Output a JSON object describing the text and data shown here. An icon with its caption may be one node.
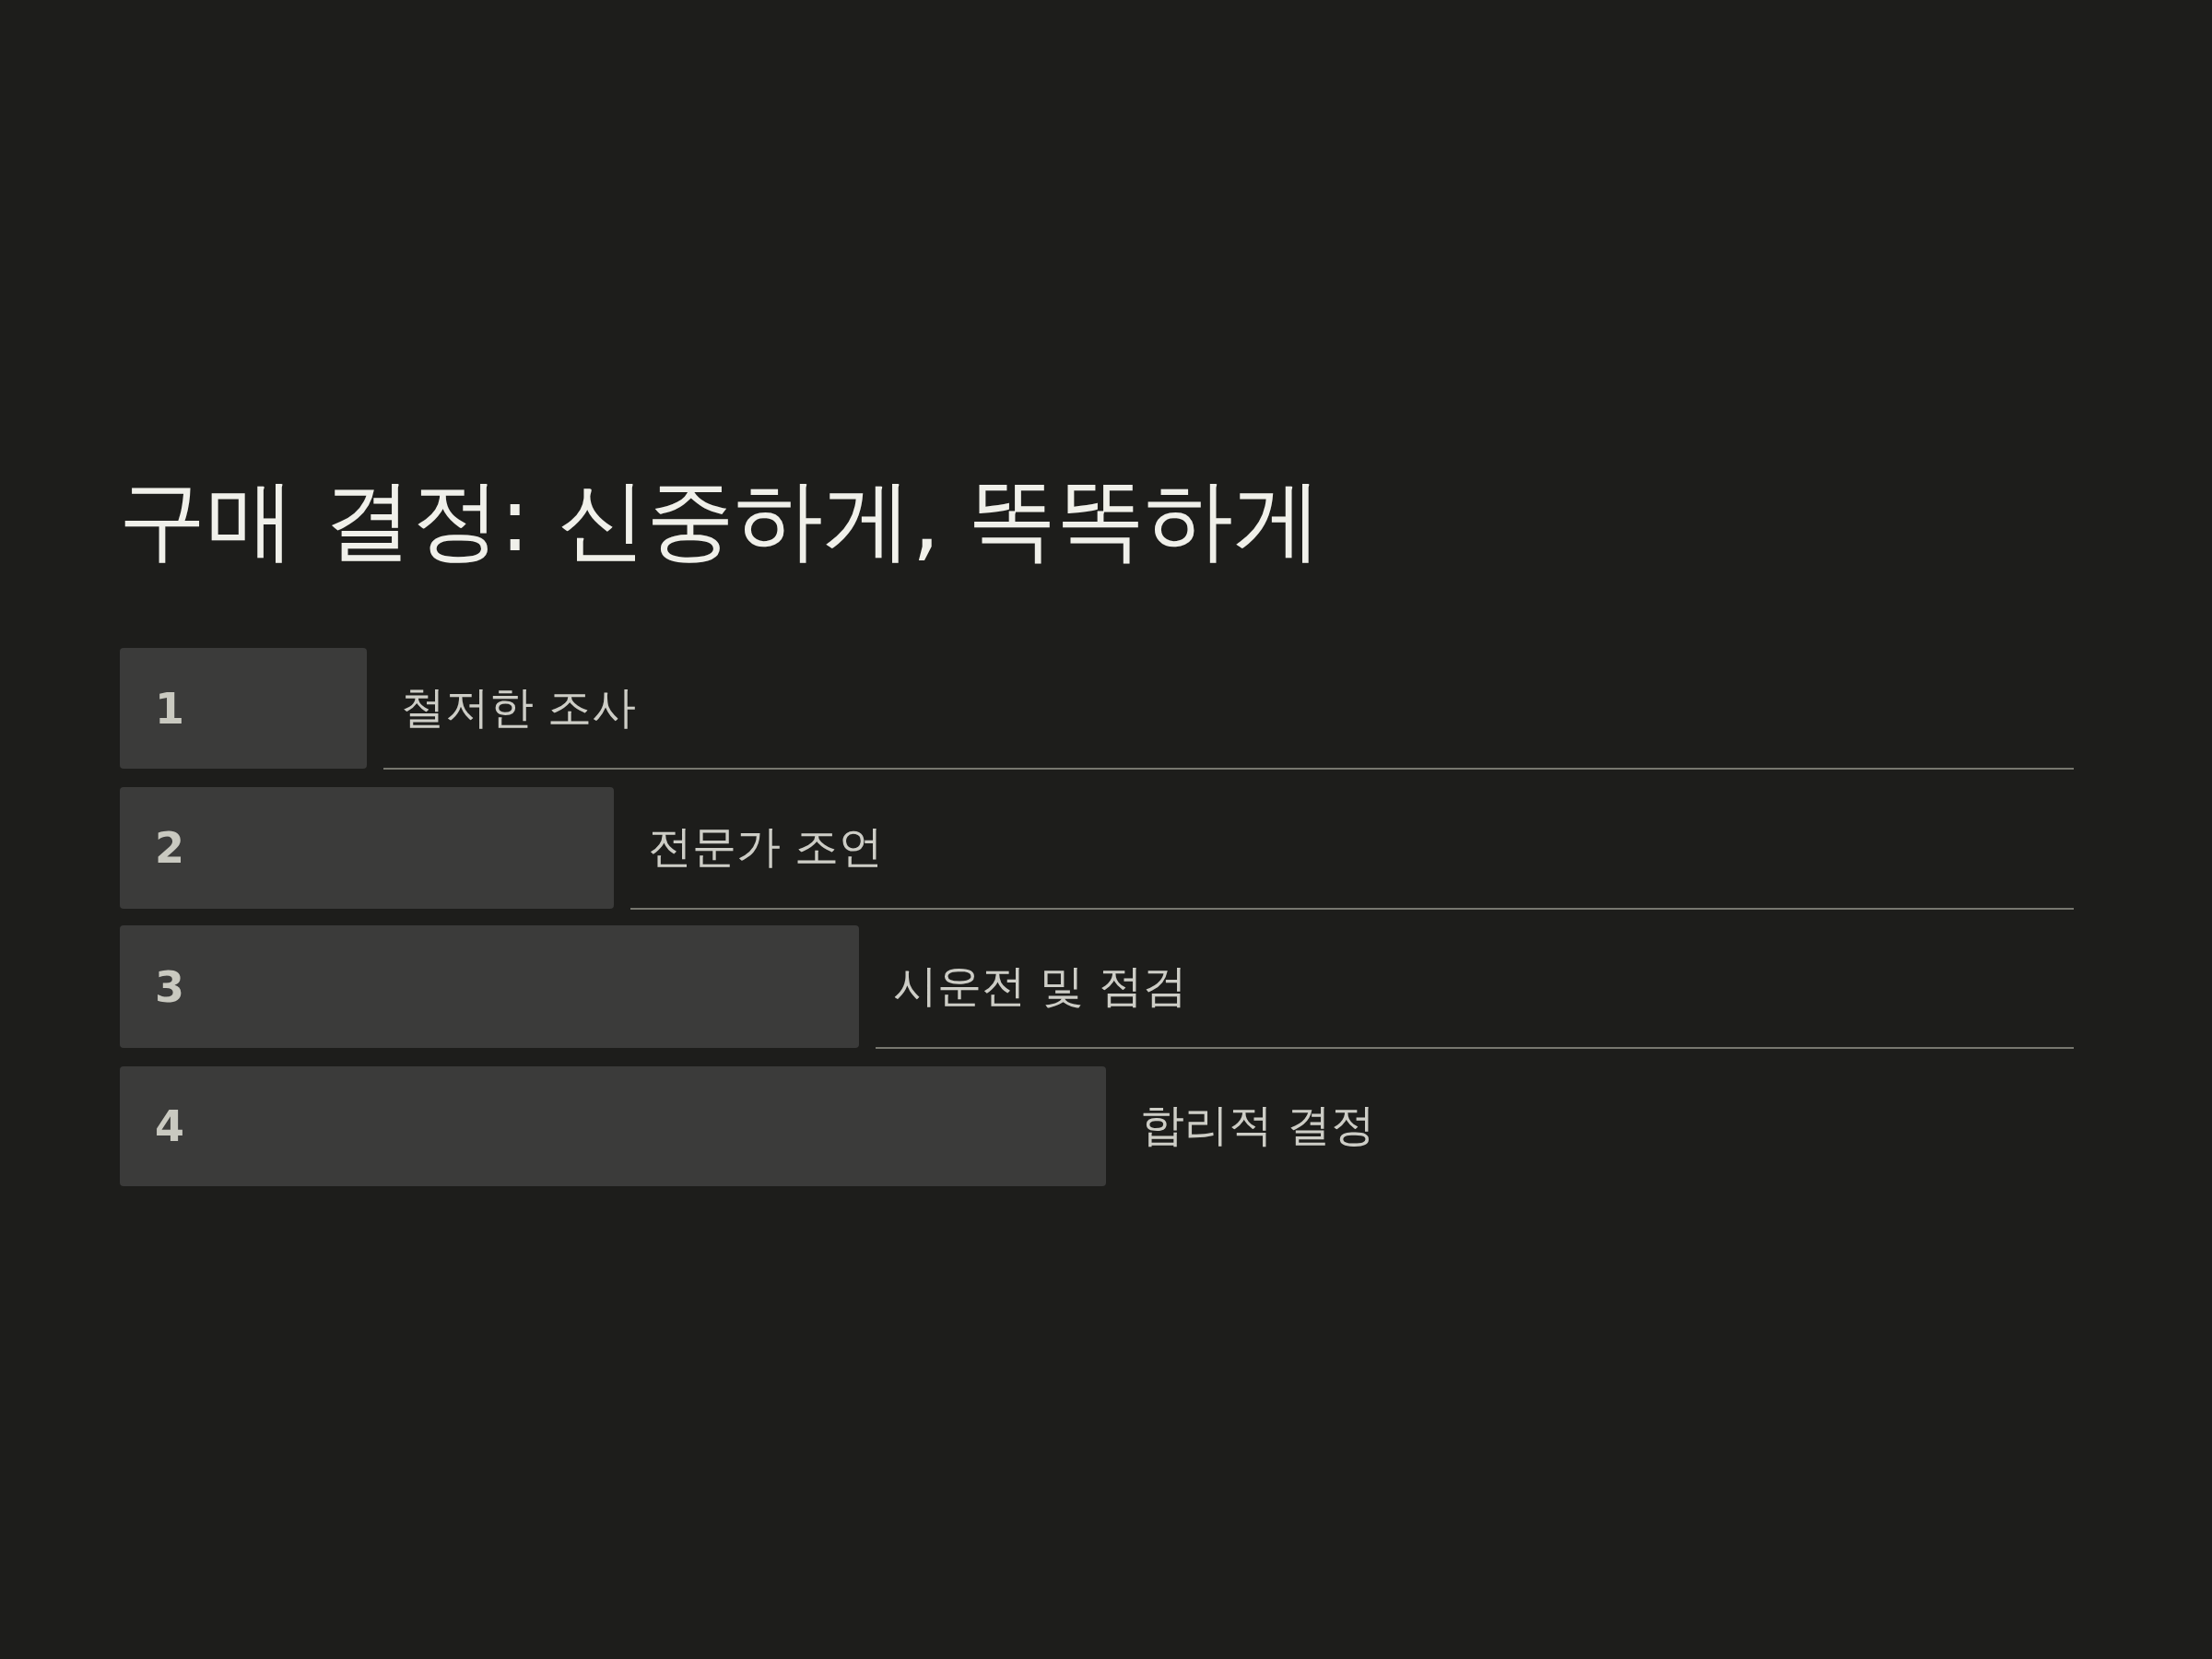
{
  "diagram": {
    "title": "구매 결정: 신중하게, 똑똑하게",
    "nodes": [
      {
        "text": [
          "1"
        ],
        "beside": [
          "철저한 조사"
        ]
      },
      {
        "text": [
          "2"
        ],
        "beside": [
          "전문가 조언"
        ]
      },
      {
        "text": [
          "3"
        ],
        "beside": [
          "시운전 및 점검"
        ]
      },
      {
        "text": [
          "4"
        ],
        "beside": [
          "합리적 결정"
        ]
      }
    ]
  }
}
